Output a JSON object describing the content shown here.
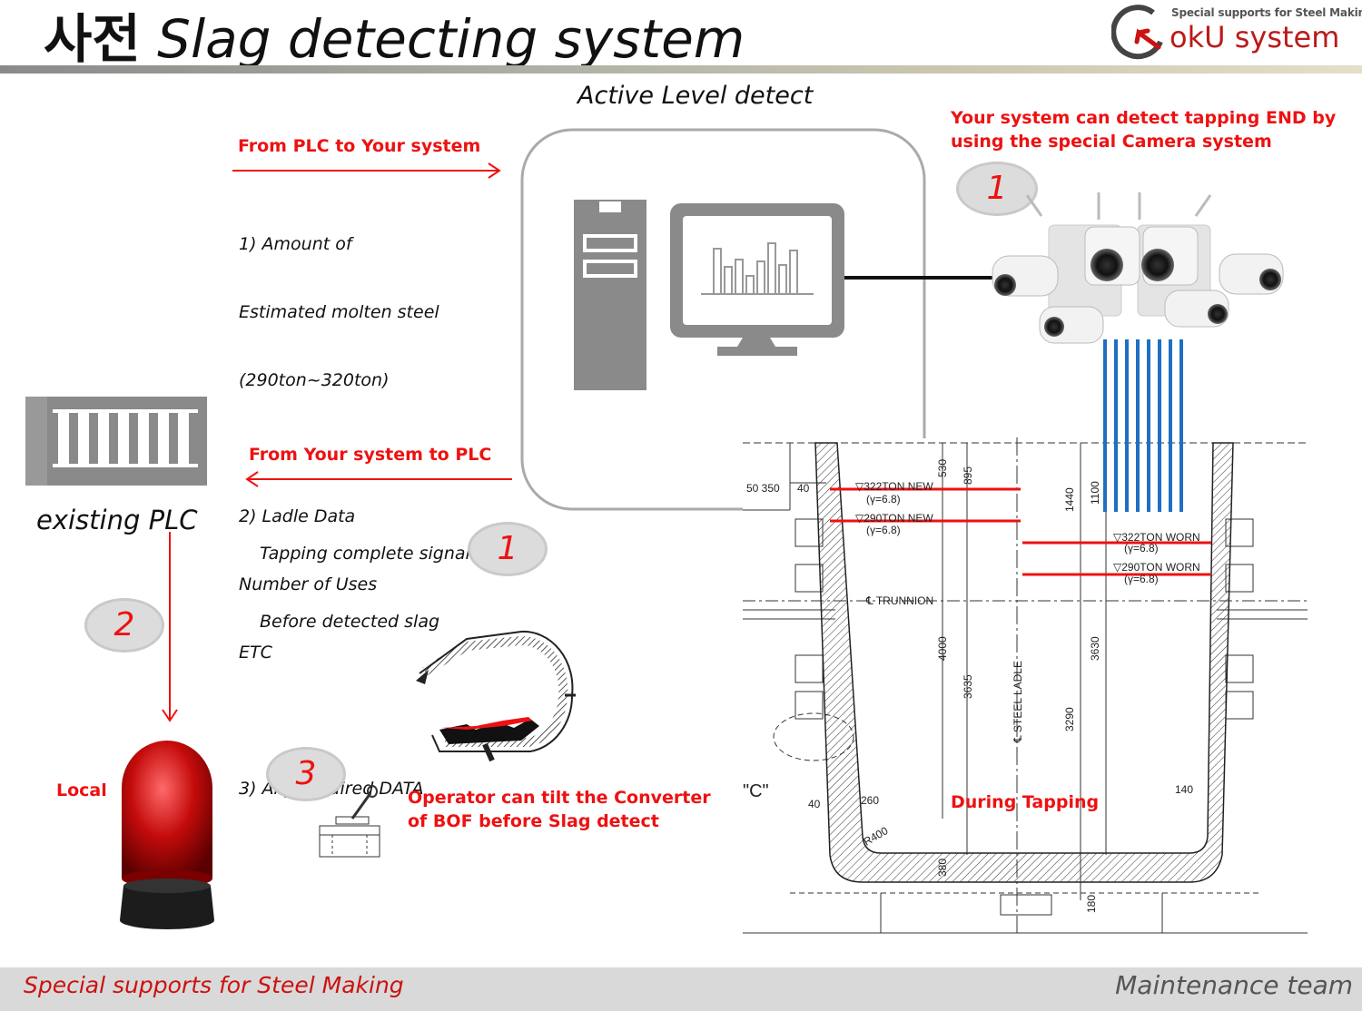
{
  "title": {
    "korean": "사전",
    "english": "Slag detecting system"
  },
  "logo": {
    "tagline": "Special supports for Steel Making",
    "name": "okU system"
  },
  "active_level_label": "Active Level detect",
  "camera_note": {
    "line1": "Your system can detect tapping END  by",
    "line2": "using  the special Camera system"
  },
  "plc_to_system": {
    "heading": "From PLC to Your system",
    "lines": [
      "1) Amount of",
      "Estimated molten steel",
      "(290ton~320ton)",
      "",
      "2) Ladle Data",
      "Number of Uses",
      "ETC",
      "",
      "3) Any required DATA"
    ]
  },
  "system_to_plc": {
    "heading": "From Your system to PLC",
    "line1": "Tapping complete signal",
    "line2": "Before detected slag"
  },
  "existing_plc_label": "existing PLC",
  "local_label": "Local",
  "step_badges": {
    "camera": "1",
    "signal": "1",
    "alarm": "2",
    "operator": "3"
  },
  "operator_note": {
    "line1": "Operator can tilt the Converter",
    "line2": "of BOF before Slag detect"
  },
  "during_tapping": "During Tapping",
  "ladle_drawing": {
    "levels": {
      "new_322": "▽322TON NEW",
      "new_290": "▽290TON NEW",
      "gamma": "(γ=6.8)",
      "worn_322": "▽322TON WORN",
      "worn_290": "▽290TON WORN"
    },
    "trunnion": "℄ TRUNNION",
    "steel_ladle": "℄ STEEL LADLE",
    "c_mark": "\"C\"",
    "dimensions": {
      "d50_350": "50 350",
      "d40a": "40",
      "d530": "530",
      "d895": "895",
      "d1440": "1440",
      "d1100": "1100",
      "d4000": "4000",
      "d3635": "3635",
      "d3630": "3630",
      "d3290": "3290",
      "d40b": "40",
      "d260": "260",
      "d140": "140",
      "r400": "R400",
      "d380": "380",
      "d180": "180"
    }
  },
  "footer": {
    "left": "Special supports for Steel Making",
    "right": "Maintenance team"
  },
  "colors": {
    "accent_red": "#ee1111",
    "camera_beam_blue": "#1f6fc2",
    "badge_gray": "#dcdcdc",
    "footer_gray": "#d9d9d9"
  }
}
